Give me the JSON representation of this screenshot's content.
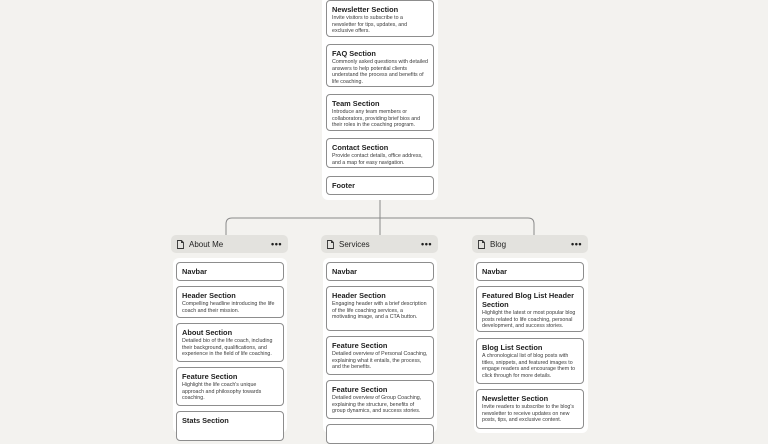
{
  "colors": {
    "background": "#f3f2ef",
    "header": "#e3e2de",
    "card_border": "#8d8d8d",
    "connector": "#8a8a8a"
  },
  "top_stack": [
    {
      "title": "Newsletter Section",
      "desc": "Invite visitors to subscribe to a newsletter for tips, updates, and exclusive offers."
    },
    {
      "title": "FAQ Section",
      "desc": "Commonly asked questions with detailed answers to help potential clients understand the process and benefits of life coaching."
    },
    {
      "title": "Team Section",
      "desc": "Introduce any team members or collaborators, providing brief bios and their roles in the coaching program."
    },
    {
      "title": "Contact Section",
      "desc": "Provide contact details, office address, and a map for easy navigation."
    },
    {
      "title": "Footer",
      "desc": ""
    }
  ],
  "columns": [
    {
      "name": "About Me",
      "icon": "page-icon",
      "menu": "•••",
      "cards": [
        {
          "title": "Navbar",
          "desc": ""
        },
        {
          "title": "Header Section",
          "desc": "Compelling headline introducing the life coach and their mission."
        },
        {
          "title": "About Section",
          "desc": "Detailed bio of the life coach, including their background, qualifications, and experience in the field of life coaching."
        },
        {
          "title": "Feature Section",
          "desc": "Highlight the life coach's unique approach and philosophy towards coaching."
        },
        {
          "title": "Stats Section",
          "desc": ""
        }
      ]
    },
    {
      "name": "Services",
      "icon": "page-icon",
      "menu": "•••",
      "cards": [
        {
          "title": "Navbar",
          "desc": ""
        },
        {
          "title": "Header Section",
          "desc": "Engaging header with a brief description of the life coaching services, a motivating image, and a CTA button."
        },
        {
          "title": "Feature Section",
          "desc": "Detailed overview of Personal Coaching, explaining what it entails, the process, and the benefits."
        },
        {
          "title": "Feature Section",
          "desc": "Detailed overview of Group Coaching, explaining the structure, benefits of group dynamics, and success stories."
        }
      ]
    },
    {
      "name": "Blog",
      "icon": "page-icon",
      "menu": "•••",
      "cards": [
        {
          "title": "Navbar",
          "desc": ""
        },
        {
          "title": "Featured Blog List Header Section",
          "desc": "Highlight the latest or most popular blog posts related to life coaching, personal development, and success stories."
        },
        {
          "title": "Blog List Section",
          "desc": "A chronological list of blog posts with titles, snippets, and featured images to engage readers and encourage them to click through for more details."
        },
        {
          "title": "Newsletter Section",
          "desc": "Invite readers to subscribe to the blog's newsletter to receive updates on new posts, tips, and exclusive content."
        }
      ]
    }
  ]
}
